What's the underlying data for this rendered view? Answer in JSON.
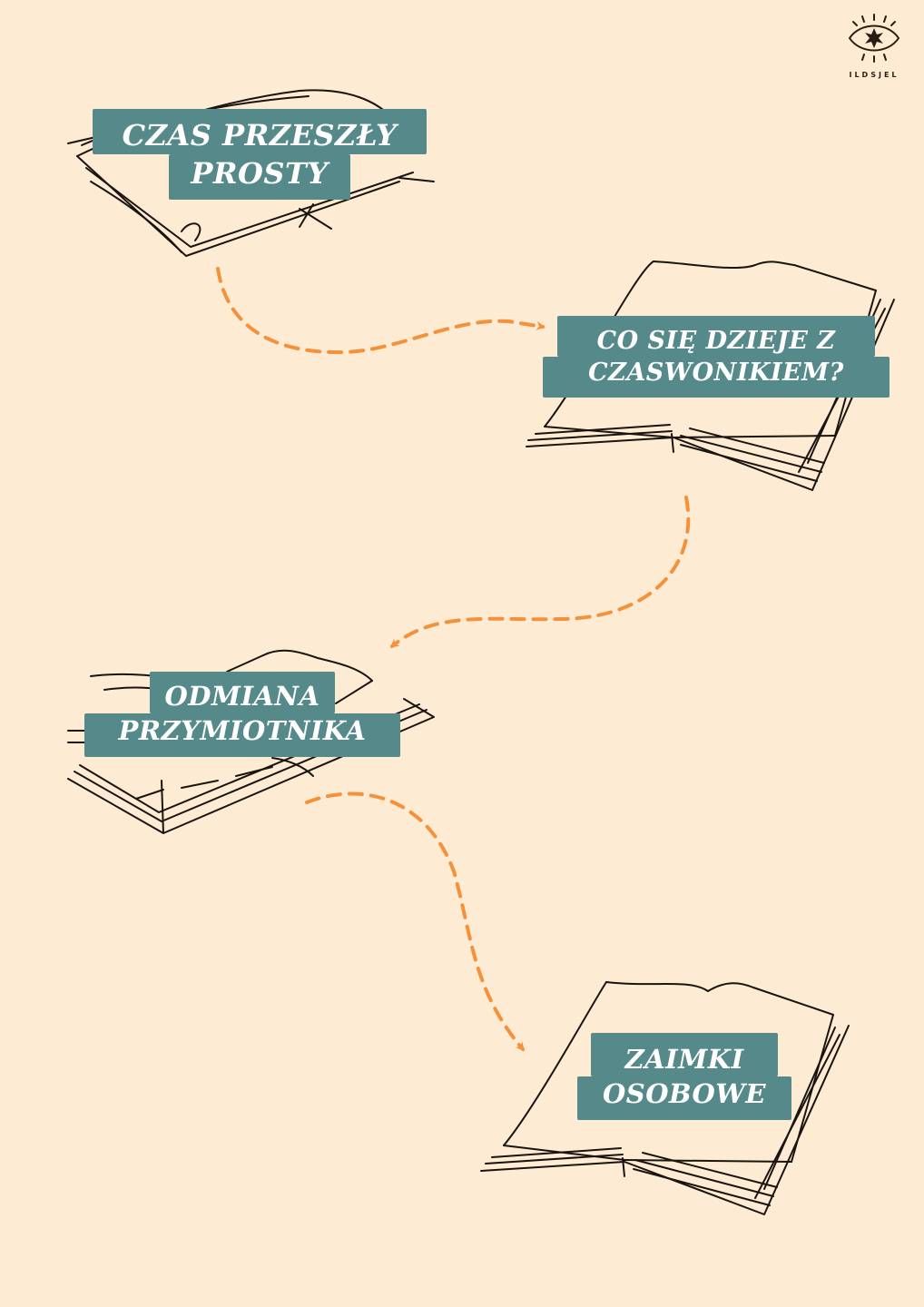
{
  "brand": {
    "logo_text": "ILDSJEL",
    "icon": "eye-star-logo"
  },
  "steps": [
    {
      "id": "step1",
      "lines": [
        "Czas przeszły",
        "prosty"
      ]
    },
    {
      "id": "step2",
      "lines": [
        "Co się dzieje z",
        "czaswonikiem?"
      ]
    },
    {
      "id": "step3",
      "lines": [
        "Odmiana",
        "przymiotnika"
      ]
    },
    {
      "id": "step4",
      "lines": [
        "Zaimki",
        "osobowe"
      ]
    }
  ],
  "colors": {
    "background": "#FEEBD3",
    "label": "#568A8A",
    "arrow": "#F4913A",
    "ink": "#1A1410"
  }
}
